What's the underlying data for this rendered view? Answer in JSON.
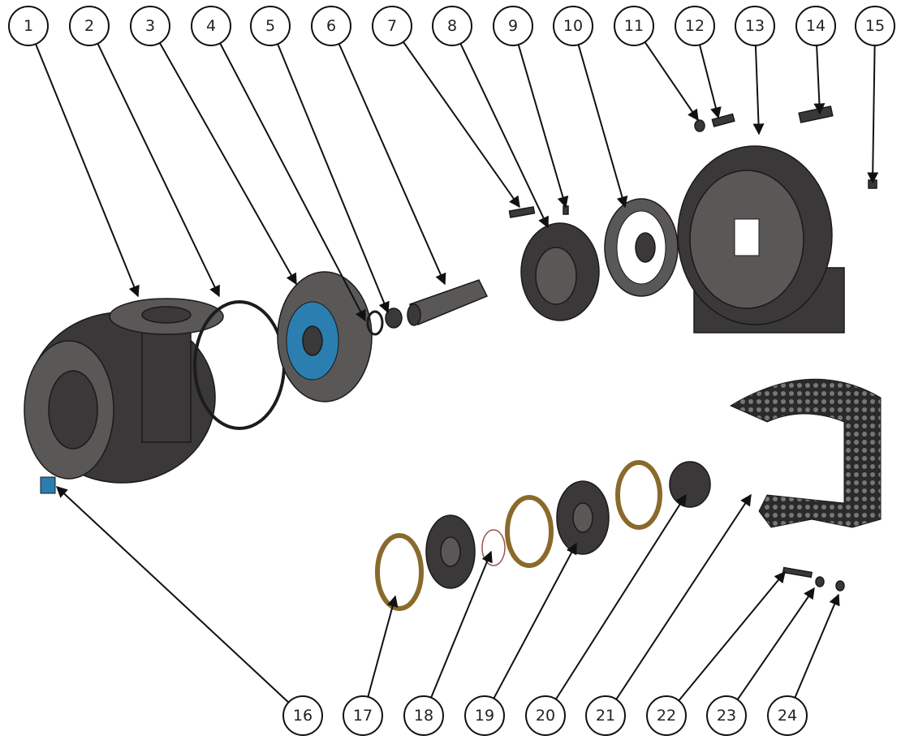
{
  "diagram": {
    "type": "exploded-parts-view",
    "balloons_top": [
      "1",
      "2",
      "3",
      "4",
      "5",
      "6",
      "7",
      "8",
      "9",
      "10",
      "11",
      "12",
      "13",
      "14",
      "15"
    ],
    "balloons_bottom": [
      "16",
      "17",
      "18",
      "19",
      "20",
      "21",
      "22",
      "23",
      "24"
    ],
    "colors": {
      "impeller_accent": "#2a7fb0",
      "gasket": "#8a6a2c",
      "part": "#3a3838"
    }
  }
}
